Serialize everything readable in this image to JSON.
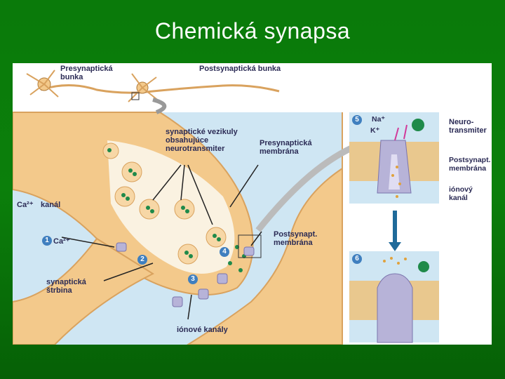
{
  "title": "Chemická synapsa",
  "labels": {
    "presynaptic_cell": "Presynaptická\n bunka",
    "postsynaptic_cell": "Postsynaptická  bunka",
    "vesicles": "synaptické vezikuly\nobsahujúce\nneurotransmiter",
    "presynaptic_membrane": "Presynaptická\nmembrána",
    "ca_channel": "kanál",
    "ca_channel_ion": "Ca²⁺",
    "ca_ion": "Ca²⁺",
    "postsynaptic_membrane": "Postsynapt.\nmembrána",
    "synaptic_cleft": "synaptická\nštrbina",
    "ion_channels": "iónové kanály",
    "na_ion": "Na⁺",
    "k_ion": "K⁺",
    "neurotransmitter": "Neuro-\ntransmiter",
    "postsynaptic_membrane_inset": "Postsynapt.\nmembrána",
    "ion_channel_inset": "iónový kanál"
  },
  "steps": [
    "1",
    "2",
    "3",
    "4",
    "5",
    "6"
  ],
  "colors": {
    "slide_bg": "#0a7a0a",
    "extracellular": "#cfe6f3",
    "neuron": "#f3c98b",
    "neuron_dark": "#d9a25e",
    "vesicle": "#f7d7a6",
    "neurotransmitter": "#1f8a4a",
    "channel": "#b7b3d8",
    "step_badge": "#3f7fbf"
  }
}
